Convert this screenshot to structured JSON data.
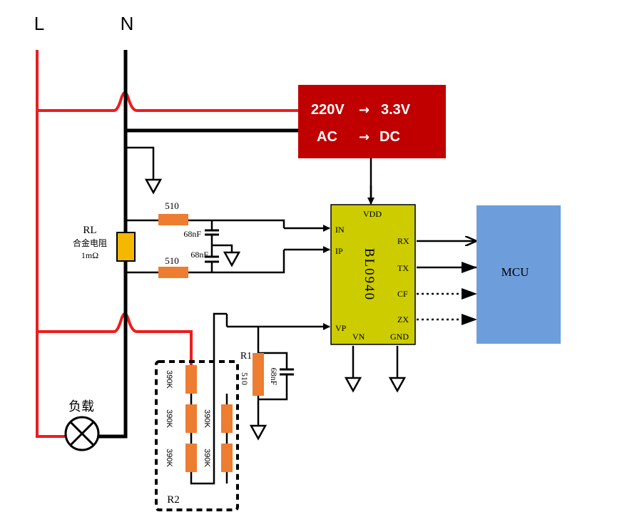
{
  "rails": {
    "line": "L",
    "neutral": "N"
  },
  "power_supply": {
    "line1_in": "220V",
    "line1_out": "3.3V",
    "line2_in": "AC",
    "line2_out": "DC",
    "arrow": "→"
  },
  "chip": {
    "name": "BL0940",
    "pins": {
      "vdd": "VDD",
      "in": "IN",
      "ip": "IP",
      "vp": "VP",
      "vn": "VN",
      "gnd": "GND",
      "rx": "RX",
      "tx": "TX",
      "cf": "CF",
      "zx": "ZX"
    }
  },
  "mcu": {
    "label": "MCU"
  },
  "shunt": {
    "name": "RL",
    "desc": "合金电阻",
    "value": "1mΩ"
  },
  "filter": {
    "r_top": "510",
    "r_bottom": "510",
    "c_top": "68nF",
    "c_bottom": "68nF"
  },
  "divider": {
    "r1_name": "R1",
    "r1_value": "510",
    "c_value": "68nF",
    "r2_name": "R2",
    "r2_values": [
      "390K",
      "390K",
      "390K",
      "390K",
      "390K"
    ]
  },
  "load": {
    "label": "负载"
  },
  "colors": {
    "line_wire": "#ee1c1c",
    "neutral_wire": "#000000",
    "psu_fill": "#c00000",
    "chip_fill": "#cccc00",
    "mcu_fill": "#6d9edb",
    "resistor": "#ed7d31",
    "shunt_fill": "#f5b800"
  }
}
